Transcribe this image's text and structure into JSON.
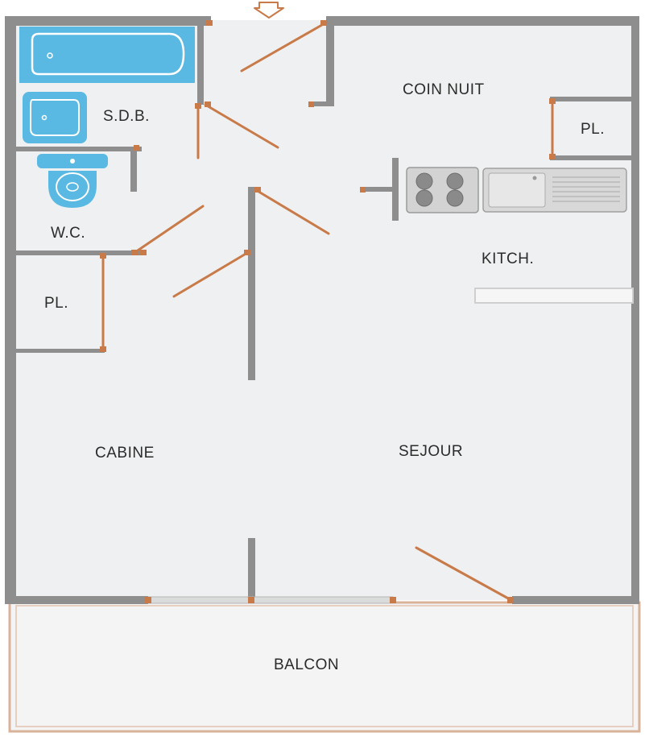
{
  "plan": {
    "rooms": {
      "sdb": "S.D.B.",
      "coin_nuit": "COIN NUIT",
      "placard_right": "PL.",
      "wc": "W.C.",
      "kitchen": "KITCH.",
      "placard_left": "PL.",
      "cabine": "CABINE",
      "sejour": "SEJOUR",
      "balcon": "BALCON"
    },
    "entrance": "entrance-arrow",
    "colors": {
      "floor": "#eff0f1",
      "wall": "#8e8e8e",
      "door": "#c87a48",
      "fixture": "#5ab9e3",
      "appliance": "#d5d5d5",
      "balcony_rail": "#d9b29a"
    }
  }
}
